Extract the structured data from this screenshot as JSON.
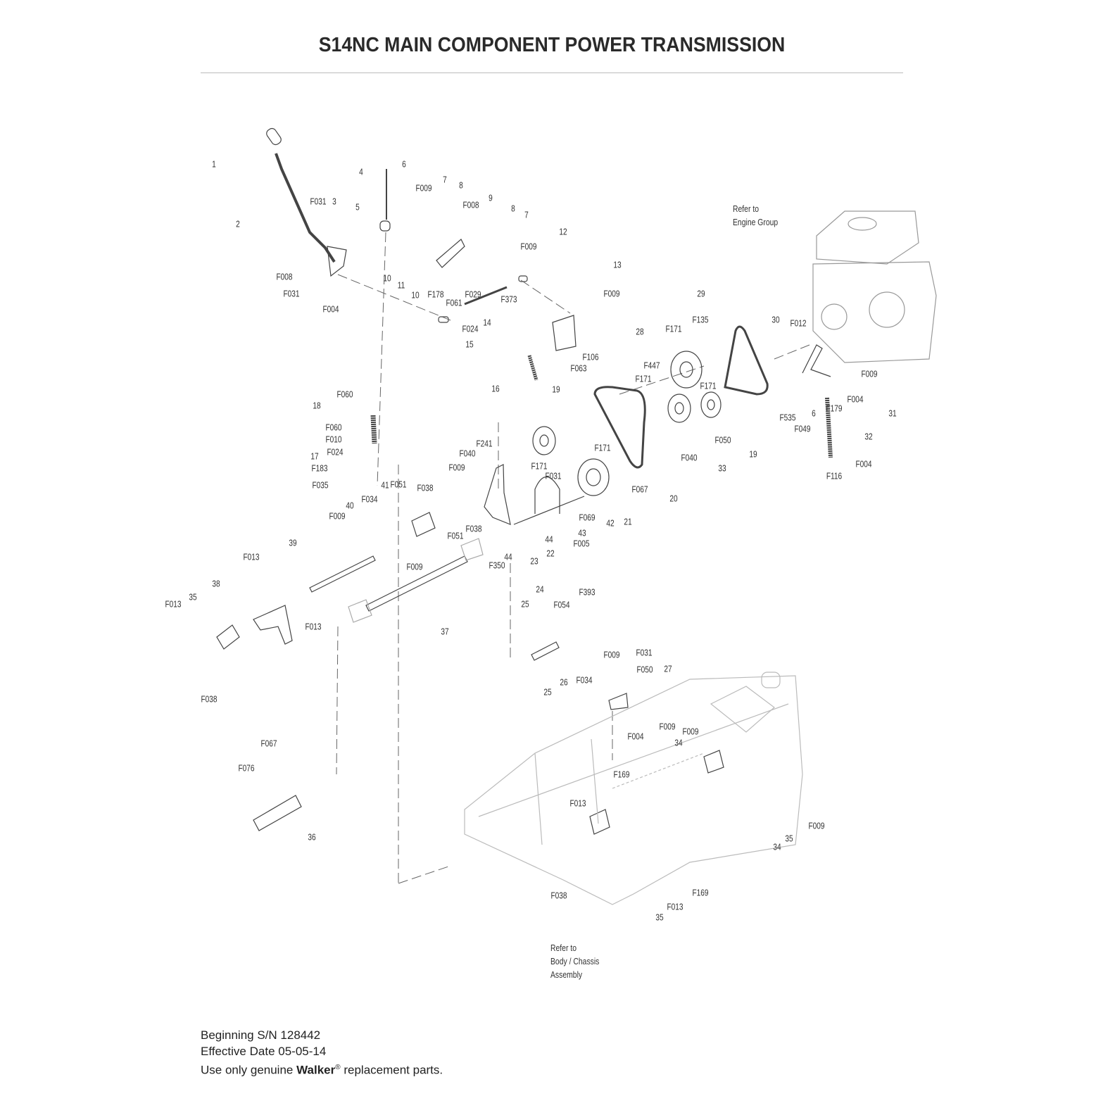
{
  "title": "S14NC MAIN COMPONENT POWER TRANSMISSION",
  "notes": {
    "engine": [
      "Refer to",
      "Engine Group"
    ],
    "chassis": [
      "Refer to",
      "Body / Chassis",
      "Assembly"
    ]
  },
  "footer": {
    "serial": "Beginning S/N 128442",
    "effective": "Effective Date 05-05-14",
    "genuine_pre": "Use only genuine",
    "brand": "Walker",
    "reg": "®",
    "genuine_post": "replacement parts."
  },
  "callouts": [
    "1",
    "2",
    "F031",
    "3",
    "F008",
    "F031",
    "F004",
    "4",
    "6",
    "F009",
    "7",
    "8",
    "F008",
    "9",
    "5",
    "8",
    "7",
    "12",
    "F009",
    "10",
    "11",
    "10",
    "F178",
    "F029",
    "F373",
    "F061",
    "14",
    "F024",
    "15",
    "13",
    "F009",
    "F106",
    "F063",
    "16",
    "29",
    "F171",
    "F135",
    "28",
    "30",
    "F012",
    "F009",
    "F447",
    "F171",
    "F171",
    "F535",
    "6",
    "F179",
    "F004",
    "31",
    "F049",
    "32",
    "F004",
    "F116",
    "19",
    "F050",
    "19",
    "F040",
    "33",
    "F060",
    "18",
    "F060",
    "F010",
    "F024",
    "17",
    "F183",
    "F035",
    "F241",
    "F040",
    "F171",
    "F009",
    "F171",
    "F031",
    "F067",
    "20",
    "41",
    "F051",
    "F038",
    "F034",
    "40",
    "F009",
    "F069",
    "42",
    "21",
    "F038",
    "F051",
    "43",
    "F005",
    "44",
    "22",
    "23",
    "44",
    "F350",
    "39",
    "F013",
    "F009",
    "38",
    "35",
    "F013",
    "F013",
    "37",
    "F038",
    "24",
    "F393",
    "25",
    "F054",
    "F009",
    "F031",
    "F050",
    "27",
    "26",
    "F034",
    "25",
    "F067",
    "F076",
    "36",
    "F004",
    "F009",
    "F009",
    "34",
    "F169",
    "F013",
    "F009",
    "35",
    "34",
    "F169",
    "F013",
    "35",
    "F038"
  ]
}
